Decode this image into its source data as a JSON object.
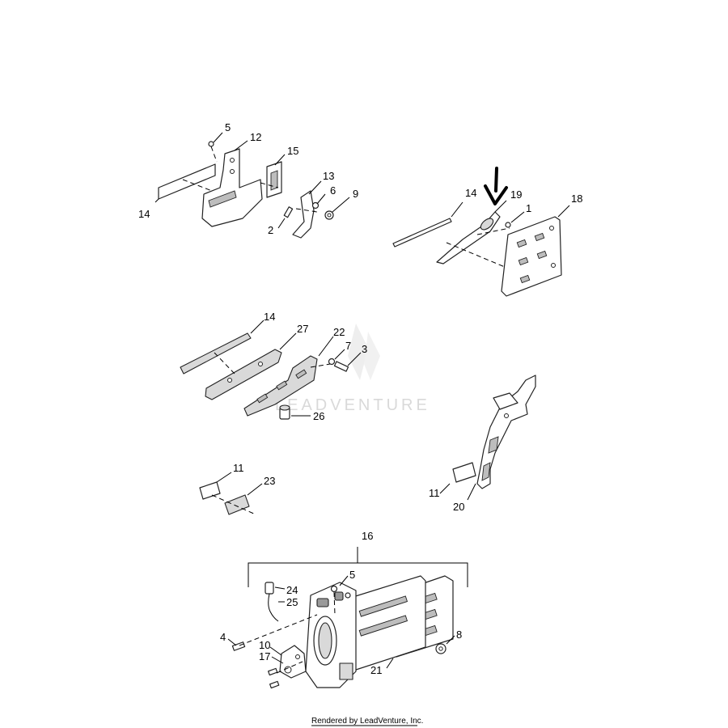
{
  "watermark": {
    "text": "LEADVENTURE"
  },
  "footer": {
    "text": "Rendered by LeadVenture, Inc."
  },
  "callouts": {
    "g1": [
      "5",
      "12",
      "15",
      "14",
      "13",
      "6",
      "9",
      "2"
    ],
    "g2": [
      "14",
      "19",
      "1",
      "18"
    ],
    "g3": [
      "14",
      "27",
      "22",
      "7",
      "3",
      "26"
    ],
    "g4": [
      "11",
      "23"
    ],
    "g5": [
      "11",
      "20"
    ],
    "g6": [
      "16",
      "5",
      "24",
      "25",
      "4",
      "10",
      "17",
      "8",
      "21"
    ]
  },
  "highlight": {
    "part": "19",
    "arrow": "down-arrow"
  },
  "colors": {
    "line": "#222222",
    "shade": "#d9d9d9",
    "watermark": "#c9c9c9"
  }
}
